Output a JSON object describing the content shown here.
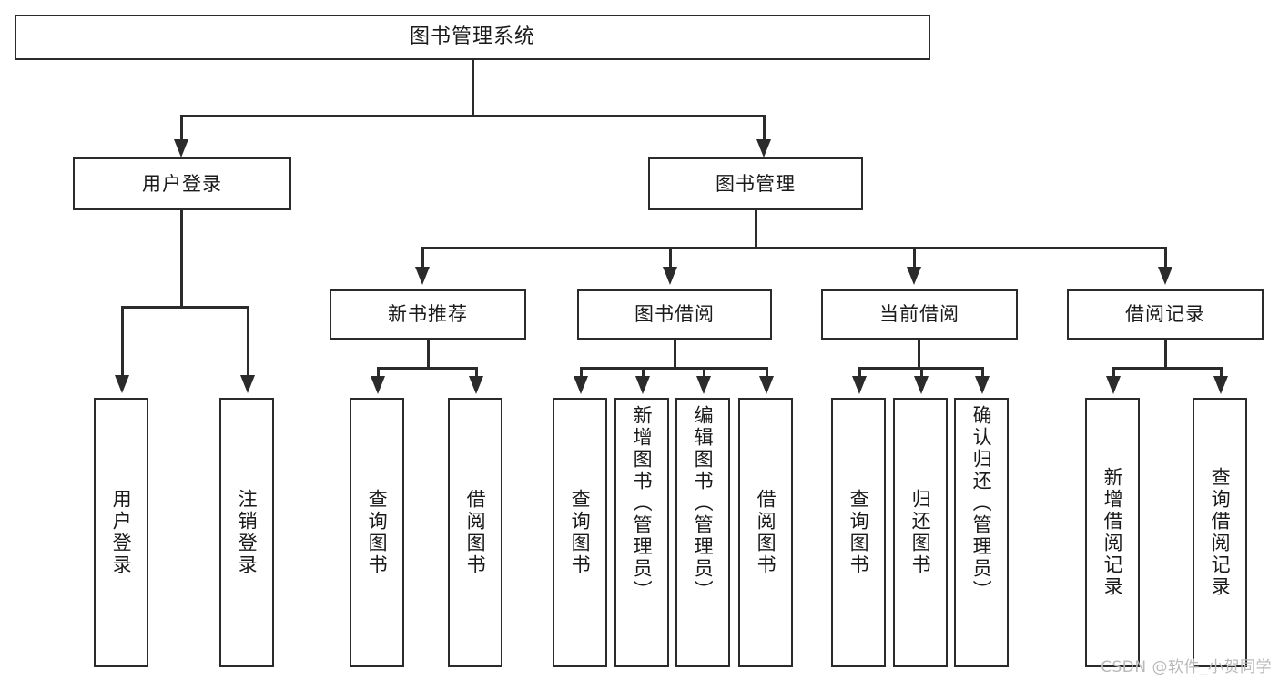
{
  "diagram": {
    "type": "tree-hierarchy",
    "title": "图书管理系统",
    "orientation": "top-down",
    "root": {
      "id": "root",
      "label": "图书管理系统"
    },
    "level1": [
      {
        "id": "user-login",
        "label": "用户登录"
      },
      {
        "id": "book-management",
        "label": "图书管理"
      }
    ],
    "level2": [
      {
        "id": "new-book-recommend",
        "label": "新书推荐",
        "parent": "book-management"
      },
      {
        "id": "book-borrow",
        "label": "图书借阅",
        "parent": "book-management"
      },
      {
        "id": "current-borrow",
        "label": "当前借阅",
        "parent": "book-management"
      },
      {
        "id": "borrow-record",
        "label": "借阅记录",
        "parent": "book-management"
      }
    ],
    "leaves": {
      "user_login": [
        {
          "id": "leaf-user-login",
          "label": "用户登录"
        },
        {
          "id": "leaf-logout",
          "label": "注销登录"
        }
      ],
      "new_book_recommend": [
        {
          "id": "leaf-query-book-1",
          "label": "查询图书"
        },
        {
          "id": "leaf-borrow-book-1",
          "label": "借阅图书"
        }
      ],
      "book_borrow": [
        {
          "id": "leaf-query-book-2",
          "label": "查询图书"
        },
        {
          "id": "leaf-add-book",
          "label": "新增图书（管理员）"
        },
        {
          "id": "leaf-edit-book",
          "label": "编辑图书（管理员）"
        },
        {
          "id": "leaf-borrow-book-2",
          "label": "借阅图书"
        }
      ],
      "current_borrow": [
        {
          "id": "leaf-query-book-3",
          "label": "查询图书"
        },
        {
          "id": "leaf-return-book",
          "label": "归还图书"
        },
        {
          "id": "leaf-confirm-return",
          "label": "确认归还（管理员）"
        }
      ],
      "borrow_record": [
        {
          "id": "leaf-add-record",
          "label": "新增借阅记录"
        },
        {
          "id": "leaf-query-record",
          "label": "查询借阅记录"
        }
      ]
    }
  },
  "watermark": {
    "text": "CSDN @软件_小贺同学"
  },
  "colors": {
    "stroke": "#2b2b2b",
    "fill": "#ffffff",
    "text": "#1a1a1a",
    "watermark": "#b9b9b9"
  }
}
